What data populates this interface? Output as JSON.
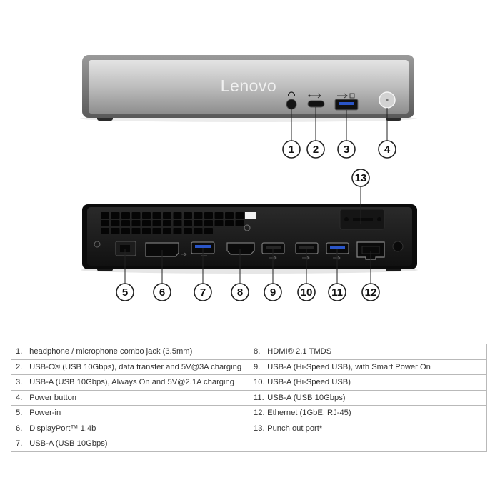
{
  "brand": "Lenovo",
  "front_callouts": [
    "1",
    "2",
    "3",
    "4"
  ],
  "rear_callouts": [
    "5",
    "6",
    "7",
    "8",
    "9",
    "10",
    "11",
    "12"
  ],
  "top_callout": "13",
  "legend": {
    "left": [
      {
        "num": "1.",
        "text": "headphone / microphone combo jack (3.5mm)"
      },
      {
        "num": "2.",
        "text": "USB-C® (USB 10Gbps), data transfer and 5V@3A charging"
      },
      {
        "num": "3.",
        "text": "USB-A (USB 10Gbps), Always On and 5V@2.1A charging"
      },
      {
        "num": "4.",
        "text": "Power button"
      },
      {
        "num": "5.",
        "text": "Power-in"
      },
      {
        "num": "6.",
        "text": "DisplayPort™ 1.4b"
      },
      {
        "num": "7.",
        "text": "USB-A (USB 10Gbps)"
      }
    ],
    "right": [
      {
        "num": "8.",
        "text": "HDMI® 2.1 TMDS"
      },
      {
        "num": "9.",
        "text": "USB-A (Hi-Speed USB), with Smart Power On"
      },
      {
        "num": "10.",
        "text": "USB-A (Hi-Speed USB)"
      },
      {
        "num": "11.",
        "text": "USB-A (USB 10Gbps)"
      },
      {
        "num": "12.",
        "text": "Ethernet (1GbE, RJ-45)"
      },
      {
        "num": "13.",
        "text": "Punch out port*"
      },
      {
        "num": "",
        "text": ""
      }
    ]
  }
}
